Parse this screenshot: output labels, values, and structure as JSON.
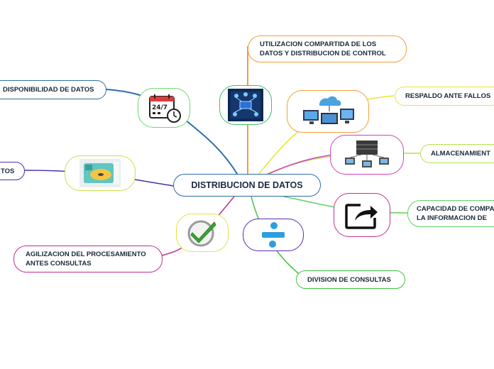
{
  "central": {
    "title": "DISTRIBUCION DE DATOS"
  },
  "branches": {
    "utilizacion": {
      "line1": "UTILIZACION COMPARTIDA DE LOS",
      "line2": "DATOS Y DISTRIBUCION DE CONTROL",
      "color": "#f29d38"
    },
    "disponibilidad": {
      "label": "DISPONIBILIDAD DE DATOS",
      "color": "#2e6ea6"
    },
    "respaldo": {
      "label": "RESPALDO ANTE FALLOS",
      "color": "#e5e635"
    },
    "almacenamiento": {
      "label": "ALMACENAMIENT",
      "color": "#b7e04a"
    },
    "capacidad": {
      "line1": "CAPACIDAD DE COMPA",
      "line2": "LA INFORMACION DE",
      "color": "#5fd15f"
    },
    "tos": {
      "label": "TOS",
      "color": "#4a2fae"
    },
    "agilizacion": {
      "line1": "AGILIZACION DEL PROCESAMIENTO",
      "line2": "ANTES CONSULTAS",
      "color": "#c0308b"
    },
    "division": {
      "label": "DIVISION DE CONSULTAS",
      "color": "#3ec43e"
    }
  },
  "images": {
    "calendar": {
      "icon": "calendar-clock-icon",
      "text": "24/7",
      "border": "#6fd86f"
    },
    "network": {
      "icon": "network-image-icon",
      "border": "#3fbf6a"
    },
    "cloud": {
      "icon": "cloud-computers-icon",
      "border": "#f29d38"
    },
    "servers": {
      "icon": "server-network-icon",
      "border": "#d23fbf"
    },
    "share": {
      "icon": "share-arrow-icon",
      "border": "#c0308b"
    },
    "disk": {
      "icon": "hard-disk-icon",
      "border": "#c9e24a"
    },
    "check": {
      "icon": "check-mark-icon",
      "border": "#e6e23a"
    },
    "divide": {
      "icon": "divide-icon",
      "border": "#5a2aa8"
    }
  }
}
